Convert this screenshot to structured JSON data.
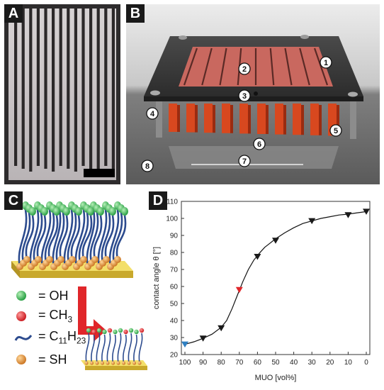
{
  "panels": {
    "a": {
      "label": "A"
    },
    "b": {
      "label": "B",
      "callouts": [
        "1",
        "2",
        "3",
        "4",
        "5",
        "6",
        "7",
        "8"
      ]
    },
    "c": {
      "label": "C",
      "legend": [
        {
          "symbol": "green-sphere",
          "text": "= OH",
          "color": "#2db34a"
        },
        {
          "symbol": "red-sphere",
          "text": "= CH",
          "sub": "3",
          "color": "#e0262a"
        },
        {
          "symbol": "chain",
          "text": "= C",
          "sub": "11",
          "text2": "H",
          "sub2": "23",
          "color": "#2c4b8e"
        },
        {
          "symbol": "orange-sphere",
          "text": "= SH",
          "color": "#e08a2a"
        }
      ]
    },
    "d": {
      "label": "D"
    }
  },
  "chart_data": {
    "type": "line",
    "xlabel": "MUO [vol%]",
    "ylabel": "contact angle θ [°]",
    "xlim": [
      100,
      0
    ],
    "ylim": [
      20,
      110
    ],
    "x_ticks": [
      100,
      90,
      80,
      70,
      60,
      50,
      40,
      30,
      20,
      10,
      0
    ],
    "y_ticks": [
      20,
      30,
      40,
      50,
      60,
      70,
      80,
      90,
      100,
      110
    ],
    "points": [
      {
        "x": 100,
        "y": 26,
        "color": "#2f7fc1"
      },
      {
        "x": 90,
        "y": 29.5,
        "color": "#1a1a1a"
      },
      {
        "x": 80,
        "y": 35.5,
        "color": "#1a1a1a"
      },
      {
        "x": 70,
        "y": 58,
        "color": "#e0262a"
      },
      {
        "x": 60,
        "y": 77.5,
        "color": "#1a1a1a"
      },
      {
        "x": 50,
        "y": 87,
        "color": "#1a1a1a"
      },
      {
        "x": 30,
        "y": 98.5,
        "color": "#1a1a1a"
      },
      {
        "x": 10,
        "y": 102,
        "color": "#1a1a1a"
      },
      {
        "x": 0,
        "y": 104,
        "color": "#1a1a1a"
      }
    ],
    "fit_curve": {
      "x": [
        100,
        95,
        90,
        85,
        80,
        77,
        74,
        71,
        68,
        65,
        62,
        59,
        56,
        53,
        50,
        45,
        40,
        35,
        30,
        25,
        20,
        15,
        10,
        5,
        0
      ],
      "y": [
        26,
        27.5,
        29.5,
        32,
        36,
        40,
        47,
        55,
        63,
        70,
        75.5,
        79.5,
        83,
        85.5,
        88,
        91.5,
        94.5,
        97,
        98.5,
        100,
        101,
        102,
        102.5,
        103.3,
        104
      ]
    },
    "grid": false,
    "legend": "none"
  }
}
